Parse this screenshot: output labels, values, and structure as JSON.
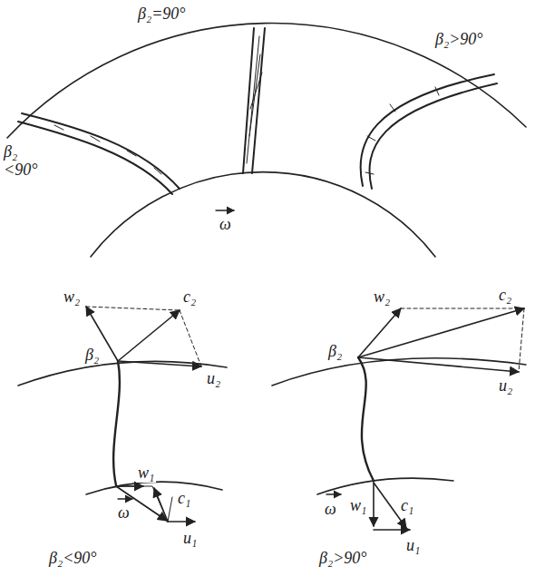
{
  "diagram": {
    "labels": [
      "β₂=90°",
      "β₂>90°",
      "β₂ <90°",
      "ω",
      "w₂",
      "c₂",
      "β₂",
      "u₂",
      "ω",
      "w₁",
      "c₁",
      "u₁",
      "β₂<90°",
      "w₂",
      "c₂",
      "β₂",
      "u₂",
      "ω",
      "w₁",
      "c₁",
      "u₁",
      "β₂>90°"
    ]
  }
}
